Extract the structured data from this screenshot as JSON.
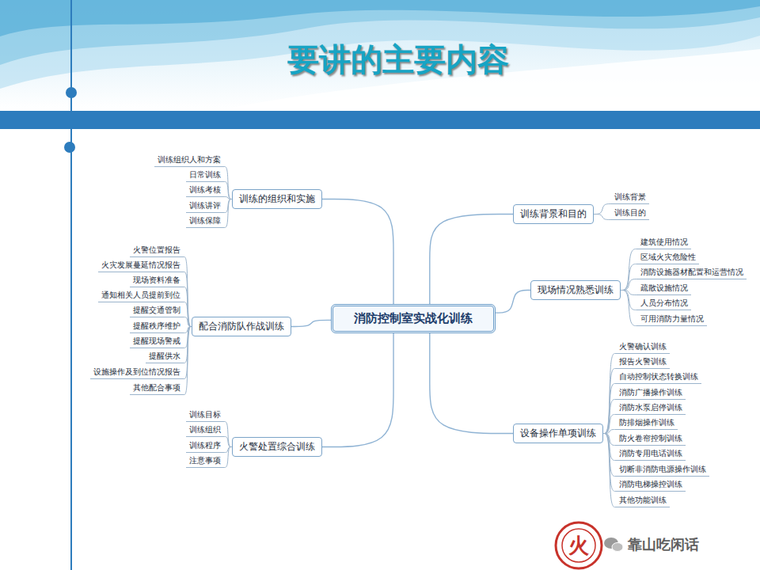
{
  "diagram": {
    "title": "要讲的主要内容",
    "nodes": [
      {
        "text": [
          "消防控制室实战化训练"
        ]
      },
      {
        "text": [
          "训练的组织和实施"
        ]
      },
      {
        "text": [
          "训练组织人和方案"
        ]
      },
      {
        "text": [
          "日常训练"
        ]
      },
      {
        "text": [
          "训练考核"
        ]
      },
      {
        "text": [
          "训练讲评"
        ]
      },
      {
        "text": [
          "训练保障"
        ]
      },
      {
        "text": [
          "训练背景和目的"
        ]
      },
      {
        "text": [
          "训练背景"
        ]
      },
      {
        "text": [
          "训练目的"
        ]
      },
      {
        "text": [
          "现场情况熟悉训练"
        ]
      },
      {
        "text": [
          "建筑使用情况"
        ]
      },
      {
        "text": [
          "区域火灾危险性"
        ]
      },
      {
        "text": [
          "消防设施器材配置和运营情况"
        ]
      },
      {
        "text": [
          "疏散设施情况"
        ]
      },
      {
        "text": [
          "人员分布情况"
        ]
      },
      {
        "text": [
          "可用消防力量情况"
        ]
      },
      {
        "text": [
          "配合消防队作战训练"
        ]
      },
      {
        "text": [
          "火警位置报告"
        ]
      },
      {
        "text": [
          "火灾发展蔓延情况报告"
        ]
      },
      {
        "text": [
          "现场资料准备"
        ]
      },
      {
        "text": [
          "通知相关人员提前到位"
        ]
      },
      {
        "text": [
          "提醒交通管制"
        ]
      },
      {
        "text": [
          "提醒秩序维护"
        ]
      },
      {
        "text": [
          "提醒现场警戒"
        ]
      },
      {
        "text": [
          "提醒供水"
        ]
      },
      {
        "text": [
          "设施操作及到位情况报告"
        ]
      },
      {
        "text": [
          "其他配合事项"
        ]
      },
      {
        "text": [
          "设备操作单项训练"
        ]
      },
      {
        "text": [
          "火警确认训练"
        ]
      },
      {
        "text": [
          "报告火警训练"
        ]
      },
      {
        "text": [
          "自动控制状态转换训练"
        ]
      },
      {
        "text": [
          "消防广播操作训练"
        ]
      },
      {
        "text": [
          "消防水泵启停训练"
        ]
      },
      {
        "text": [
          "防排烟操作训练"
        ]
      },
      {
        "text": [
          "防火卷帘控制训练"
        ]
      },
      {
        "text": [
          "消防专用电话训练"
        ]
      },
      {
        "text": [
          "切断非消防电源操作训练"
        ]
      },
      {
        "text": [
          "消防电梯操控训练"
        ]
      },
      {
        "text": [
          "其他功能训练"
        ]
      },
      {
        "text": [
          "火警处置综合训练"
        ]
      },
      {
        "text": [
          "训练目标"
        ]
      },
      {
        "text": [
          "训练组织"
        ]
      },
      {
        "text": [
          "训练程序"
        ]
      },
      {
        "text": [
          "注意事项"
        ]
      }
    ],
    "edges": [
      {
        "from": 0,
        "to": 1,
        "arrow": "none"
      },
      {
        "from": 1,
        "to": 2,
        "arrow": "none"
      },
      {
        "from": 1,
        "to": 3,
        "arrow": "none"
      },
      {
        "from": 1,
        "to": 4,
        "arrow": "none"
      },
      {
        "from": 1,
        "to": 5,
        "arrow": "none"
      },
      {
        "from": 1,
        "to": 6,
        "arrow": "none"
      },
      {
        "from": 0,
        "to": 7,
        "arrow": "none"
      },
      {
        "from": 7,
        "to": 8,
        "arrow": "none"
      },
      {
        "from": 7,
        "to": 9,
        "arrow": "none"
      },
      {
        "from": 0,
        "to": 10,
        "arrow": "none"
      },
      {
        "from": 10,
        "to": 11,
        "arrow": "none"
      },
      {
        "from": 10,
        "to": 12,
        "arrow": "none"
      },
      {
        "from": 10,
        "to": 13,
        "arrow": "none"
      },
      {
        "from": 10,
        "to": 14,
        "arrow": "none"
      },
      {
        "from": 10,
        "to": 15,
        "arrow": "none"
      },
      {
        "from": 10,
        "to": 16,
        "arrow": "none"
      },
      {
        "from": 0,
        "to": 17,
        "arrow": "none"
      },
      {
        "from": 17,
        "to": 18,
        "arrow": "none"
      },
      {
        "from": 17,
        "to": 19,
        "arrow": "none"
      },
      {
        "from": 17,
        "to": 20,
        "arrow": "none"
      },
      {
        "from": 17,
        "to": 21,
        "arrow": "none"
      },
      {
        "from": 17,
        "to": 22,
        "arrow": "none"
      },
      {
        "from": 17,
        "to": 23,
        "arrow": "none"
      },
      {
        "from": 17,
        "to": 24,
        "arrow": "none"
      },
      {
        "from": 17,
        "to": 25,
        "arrow": "none"
      },
      {
        "from": 17,
        "to": 26,
        "arrow": "none"
      },
      {
        "from": 17,
        "to": 27,
        "arrow": "none"
      },
      {
        "from": 0,
        "to": 28,
        "arrow": "none"
      },
      {
        "from": 28,
        "to": 29,
        "arrow": "none"
      },
      {
        "from": 28,
        "to": 30,
        "arrow": "none"
      },
      {
        "from": 28,
        "to": 31,
        "arrow": "none"
      },
      {
        "from": 28,
        "to": 32,
        "arrow": "none"
      },
      {
        "from": 28,
        "to": 33,
        "arrow": "none"
      },
      {
        "from": 28,
        "to": 34,
        "arrow": "none"
      },
      {
        "from": 28,
        "to": 35,
        "arrow": "none"
      },
      {
        "from": 28,
        "to": 36,
        "arrow": "none"
      },
      {
        "from": 28,
        "to": 37,
        "arrow": "none"
      },
      {
        "from": 28,
        "to": 38,
        "arrow": "none"
      },
      {
        "from": 28,
        "to": 39,
        "arrow": "none"
      },
      {
        "from": 0,
        "to": 40,
        "arrow": "none"
      },
      {
        "from": 40,
        "to": 41,
        "arrow": "none"
      },
      {
        "from": 40,
        "to": 42,
        "arrow": "none"
      },
      {
        "from": 40,
        "to": 43,
        "arrow": "none"
      },
      {
        "from": 40,
        "to": 44,
        "arrow": "none"
      }
    ],
    "labels": [
      "火",
      "靠山吃闲话"
    ]
  }
}
